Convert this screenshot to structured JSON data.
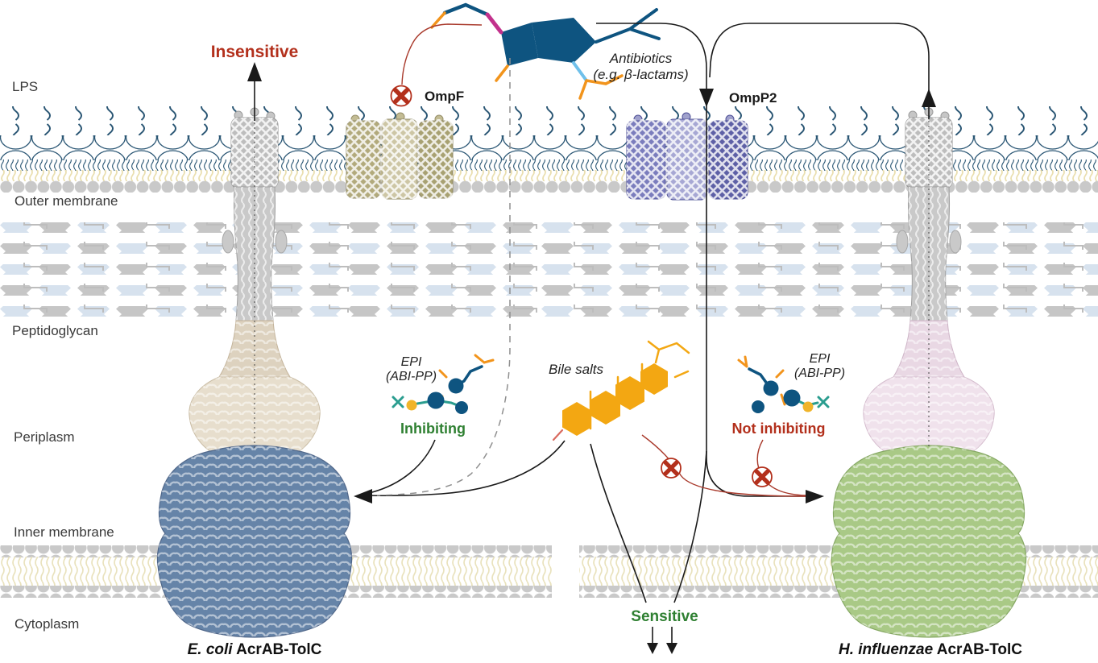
{
  "layers": {
    "lps": "LPS",
    "outer_membrane": "Outer membrane",
    "peptidoglycan": "Peptidoglycan",
    "periplasm": "Periplasm",
    "inner_membrane": "Inner membrane",
    "cytoplasm": "Cytoplasm"
  },
  "annotations": {
    "insensitive": "Insensitive",
    "sensitive": "Sensitive",
    "inhibiting": "Inhibiting",
    "not_inhibiting": "Not inhibiting",
    "antibiotics_line1": "Antibiotics",
    "antibiotics_line2": "(e.g. β-lactams)",
    "bile_salts": "Bile salts",
    "epi_left_line1": "EPI",
    "epi_left_line2": "(ABI-PP)",
    "epi_right_line1": "EPI",
    "epi_right_line2": "(ABI-PP)",
    "ompf": "OmpF",
    "ompp2": "OmpP2"
  },
  "captions": {
    "left_species": "E. coli",
    "left_complex": " AcrAB-TolC",
    "right_species": "H. influenzae",
    "right_complex": " AcrAB-TolC"
  },
  "colors": {
    "negative_red": "#b3301c",
    "positive_green": "#2f8032",
    "membrane_navy": "#2a5674",
    "antibiotic_blue": "#0e5480",
    "bile_orange": "#f3a712",
    "tolc_gray": "#bdbdbd",
    "acra_beige_left": "#ddd2bf",
    "acrb_blue_left": "#6684a8",
    "acra_pink_right": "#e9d8e4",
    "acrb_green_right": "#a9c986",
    "ompf_olive": "#b2aa7c",
    "ompp2_purple": "#7b7dbd"
  }
}
